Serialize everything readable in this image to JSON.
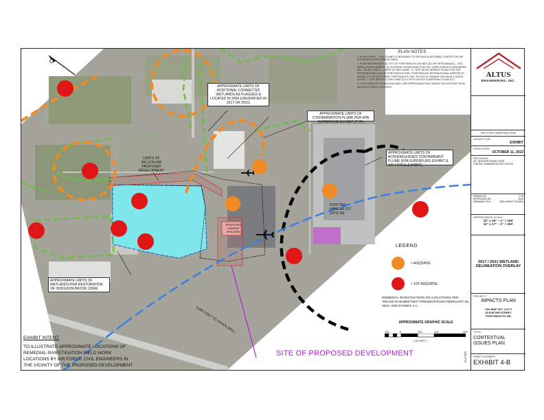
{
  "plan_notes": {
    "title": "PLAN NOTES",
    "notes": [
      "1. PLAN INTENT – THIS EXHIBIT IS INTENDED TO PROVIDE ADDITIONAL CONTEXT IN THE PROPOSED DEVELOPMENT AREA.",
      "2. PLAN REFERENCES: A) CITY OF PORTSMOUTH GIS MAP (2D OR ORTHOIMAGE) – 2021 AERIAL PHOTOGRAPHY. B) \"EXISTING CONDITIONS PLAN\" BY JONES & BEACH ENGINEERS, INC., DATED 7/28/17 – LIMITS OF WETLANDS. C) \"SITE DEVELOPMENT PLANS FOR THE PROPOSED MILLION AIR PORTSMOUTH FBO, PORTSMOUTH INTERNATIONAL AIRPORT AT PEASE, 33 EXETER STREET, PORTSMOUTH, NH\", BY DOYLE TANNER, REVISION 1 DATED 11/23/17 – SITE SPECIFIC SOILS MAP (C3) & SITE LAYOUT & MATERIALS PLAN (C7)",
      "3. LOCATIONS OF PLUMES AND WELL ARE APPROXIMATE BUT BASED ON EXISTING FROM MULTIPLE PUBLIC SOURCES."
    ]
  },
  "title_block": {
    "company": "ALTUS",
    "company_sub": "ENGINEERING, INC.",
    "not_for_construction": "NOT FOR CONSTRUCTION",
    "issued_for_label": "ISSUED FOR:",
    "issued_for": "EXHIBIT",
    "issue_date_label": "ISSUE DATE:",
    "issue_date": "OCTOBER 11, 2022",
    "revisions_label": "REVISIONS",
    "rev_header": "NO. DESCRIPTION   BY  DATE",
    "rev_row": "0  INITIAL SUBMISSION    EDS  10/11/22",
    "drawn_by_label": "DRAWN BY:",
    "drawn_by": "PJS",
    "approved_by_label": "APPROVED BY:",
    "approved_by": "EDS",
    "drawing_file_label": "DRAWING FILE:",
    "drawing_file": "5300-IMPACTS.DWG",
    "scale_label": "APPROXIMATE SCALE:",
    "scale_1": "22\" x 34\" – 1\" = 100'",
    "scale_2": "11\" x 17\" – 1\" = 200'",
    "sheet_title": "2017 / 2021 WETLAND DELINEATION OVERLAY",
    "project_label": "PROJECT:",
    "project": "IMPACTS PLAN",
    "tax_map": "TAX MAP 307, LOT 0",
    "address_1": "33 EXETER STREET",
    "address_2": "PORTSMOUTH, NH",
    "title_label": "TITLE:",
    "title": "CONTEXTUAL ISSUES PLAN",
    "sheet_number_label": "SHEET NUMBER:",
    "sheet_number": "EXHIBIT 4-B",
    "plotted": "PLOTTED"
  },
  "map_labels": {
    "additional_wetlands": "APPROXIMATE LIMITS OF ADDITIONAL CONNECTED WETLANDS AS FLAGGED & LOCATED IN 2004 (UNVERIFIED IN 2017 OR 2021)",
    "contamination_plume": "APPROXIMATE LIMITS OF CONTAMINATION PLUME PER EPA SUPERFUND EXHIBIT (TYP.)",
    "million_air": "LIMITS OF MILLION AIR PROPOSED DEVELOPMENT",
    "acknowledged_plume": "APPROXIMATE LIMITS OF ACKNOWLEDGED CONTAMINANT PLUME (EPA SUPERFUND EXHIBIT & AIR FORCE EXHIBIT)",
    "existing_hangar": "EXISTING HANGAR 227 (SITE 39)",
    "proposed_hangar": "PROPOSED HANGAR BUILDING",
    "hodgson_brook": "APPROXIMATE LIMITS OF WETLANDS PER   RESTORATION OF HODGSON BROOK (2004)",
    "haven_well": "3,000 FEET TO HAVEN WELL"
  },
  "legend": {
    "title": "LEGEND",
    "items": [
      {
        "label": "> AGQS/RSL",
        "color": "#f08a24"
      },
      {
        "label": "> 10X AGQS/RSL",
        "color": "#e01515"
      }
    ]
  },
  "remedial_note": "REMEDIAL INVESTIGATION (RI) LOCATIONS PER \"PEASE RAB MEETING\" PRESENTATION FEBRUARY 28, 2022. SEE EXHIBIT 4-A.",
  "graphic_scale": {
    "title": "APPROXIMATE GRAPHIC SCALE",
    "unit": "( IN FEET )",
    "ticks": [
      "100",
      "0",
      "100",
      "200",
      "400"
    ]
  },
  "exhibit_intent": {
    "title": "EXHIBIT INTENT:",
    "text_1": "TO ILLUSTRATE APPROXIMATE LOCATIONS OF",
    "text_2": "REMEDIAL INVESTIGATION FIELD WORK",
    "text_3": "LOCATIONS BY AIR FORCE CIVIL ENGINEERS IN",
    "text_4": "THE VICINITY OF THE PROPOSED DEVELOPMENT"
  },
  "site_label": "SITE OF PROPOSED DEVELOPMENT",
  "colors": {
    "orange": "#f08a24",
    "red": "#e01515",
    "green_dash": "#6cbd45",
    "blue_dash": "#3f7fe0",
    "wetland_fill": "#7fe6ec",
    "magenta": "#b01adb",
    "brand_red": "#b3262c"
  }
}
